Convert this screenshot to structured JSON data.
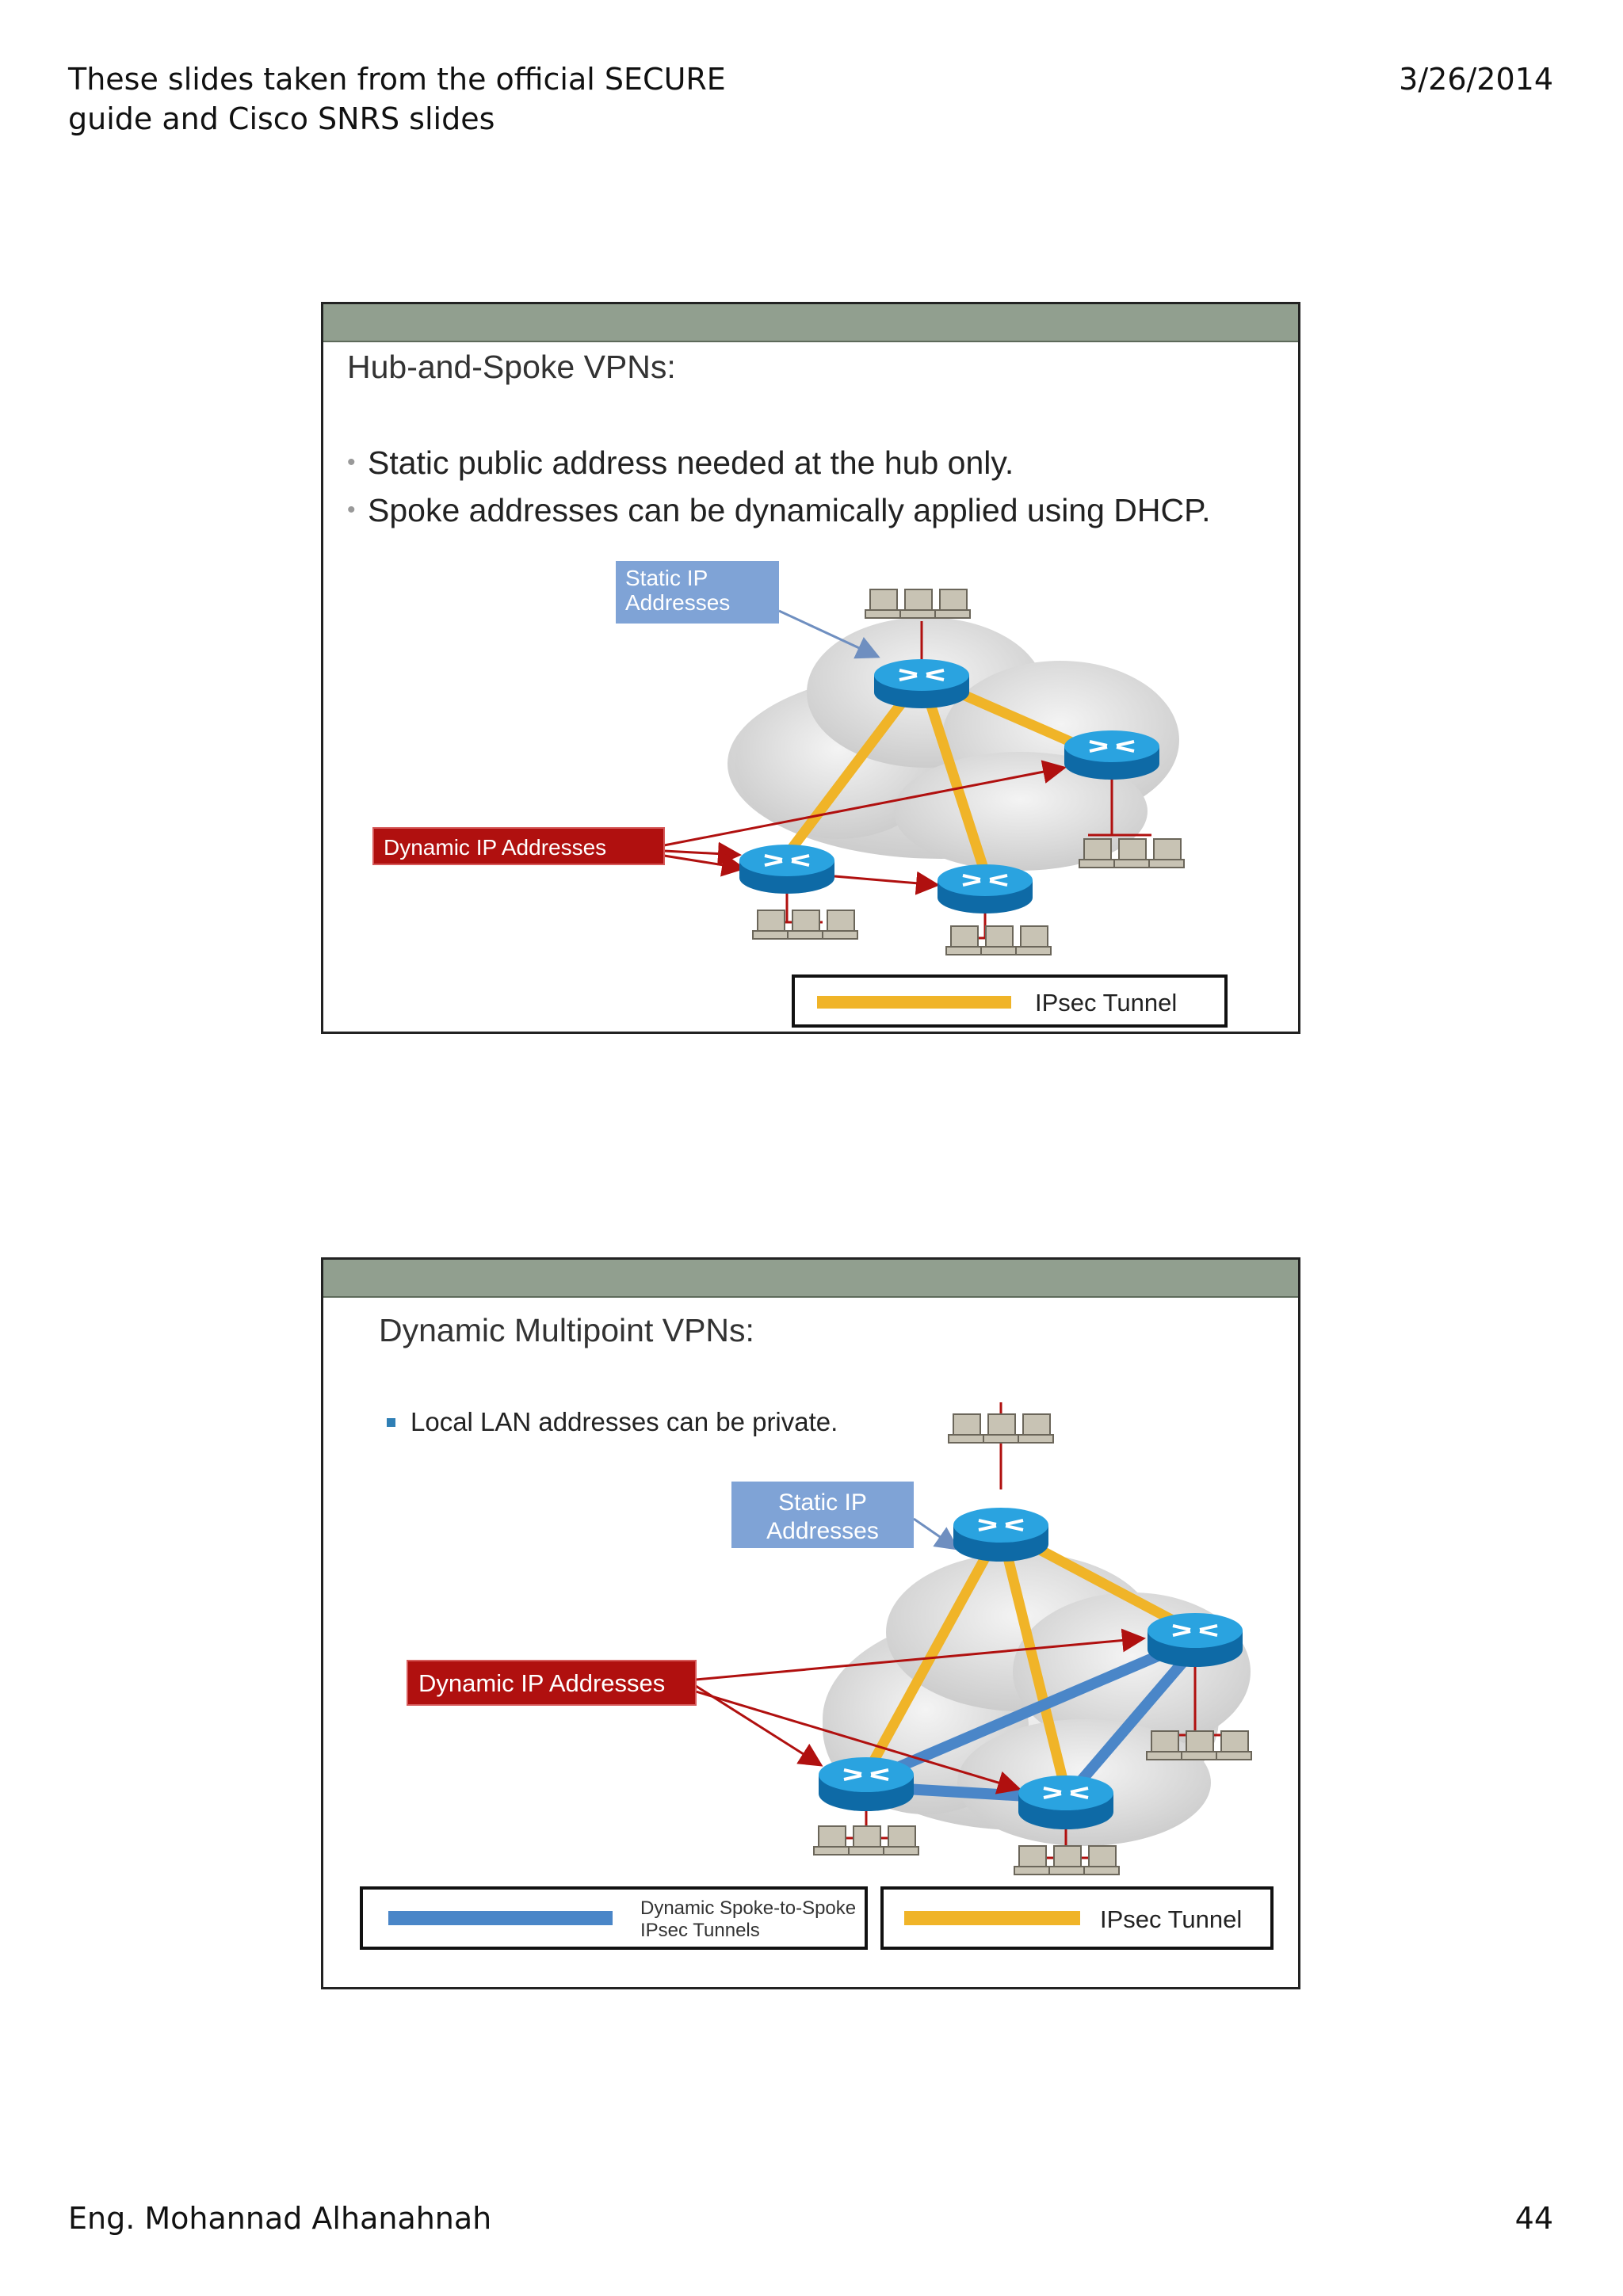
{
  "page_header": {
    "left_line1": "These slides taken from the official SECURE",
    "left_line2": "guide and Cisco SNRS slides",
    "date": "3/26/2014"
  },
  "page_footer": {
    "author": "Eng. Mohannad Alhanahnah",
    "page_number": "44"
  },
  "slides": [
    {
      "title": "Hub-and-Spoke VPNs:",
      "bullets": [
        "Static public address needed at the hub only.",
        "Spoke addresses can be dynamically applied using DHCP."
      ],
      "static_ip_label_line1": "Static IP",
      "static_ip_label_line2": "Addresses",
      "dynamic_ip_label": "Dynamic IP Addresses",
      "legend_ipsec": "IPsec Tunnel",
      "router_icon": "router-icon",
      "workstation_icon": "workstation-cluster-icon",
      "cloud_icon": "cloud-icon"
    },
    {
      "title": "Dynamic Multipoint VPNs:",
      "bullets": [
        "Local LAN addresses can be private."
      ],
      "static_ip_label_line1": "Static IP",
      "static_ip_label_line2": "Addresses",
      "dynamic_ip_label": "Dynamic IP Addresses",
      "legend_spoke_line1": "Dynamic Spoke-to-Spoke",
      "legend_spoke_line2": "IPsec Tunnels",
      "legend_ipsec": "IPsec Tunnel"
    }
  ],
  "colors": {
    "ipsec_tunnel": "#f0b428",
    "spoke_tunnel": "#4a86c8",
    "dynamic_label_bg": "#b0100f",
    "static_label_bg": "#7fa3d6",
    "slide_band": "#919f8f",
    "router": "#1f8fd0"
  }
}
